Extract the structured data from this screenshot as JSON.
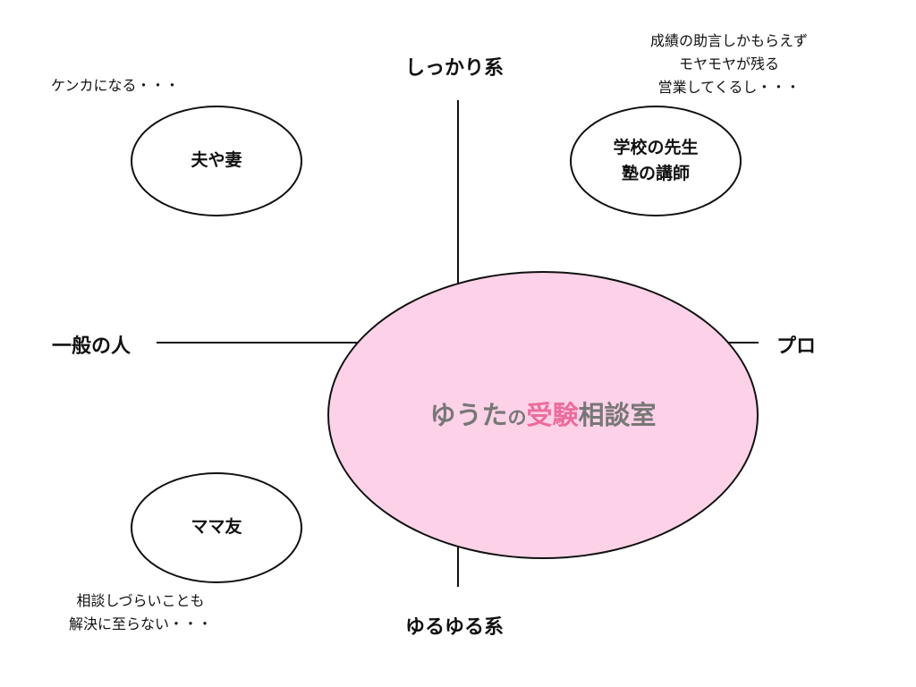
{
  "axes": {
    "top": "しっかり系",
    "bottom": "ゆるゆる系",
    "left": "一般の人",
    "right": "プロ"
  },
  "nodes": {
    "couple": {
      "label": "夫や妻",
      "note": "ケンカになる・・・"
    },
    "teacher": {
      "line1": "学校の先生",
      "line2": "塾の講師",
      "note_lines": [
        "成績の助言しかもらえず",
        "モヤモヤが残る",
        "営業してくるし・・・"
      ]
    },
    "mom_friends": {
      "label": "ママ友",
      "note_lines": [
        "相談しづらいことも",
        "解決に至らない・・・"
      ]
    },
    "center": {
      "part1": "ゆうた",
      "part2": "の",
      "part3": "受験",
      "part4": "相談室"
    }
  },
  "colors": {
    "center_fill": "#fdd2e8",
    "center_text": "#777777",
    "accent": "#ec6c9d",
    "line": "#111111"
  }
}
